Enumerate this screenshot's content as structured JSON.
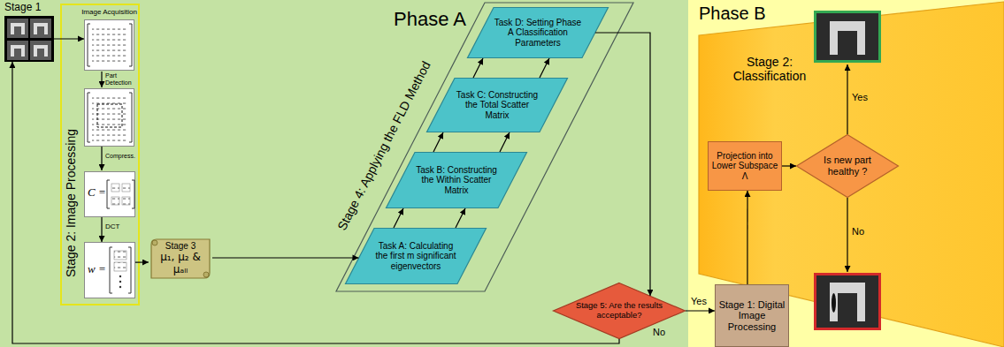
{
  "diagram": {
    "nodes": [
      {
        "text": [
          "Phase A"
        ]
      },
      {
        "text": [
          "Stage 1"
        ],
        "in": 0
      },
      {
        "text": [
          "Stage 2: Image Processing"
        ],
        "in": 0
      },
      {
        "text": [
          "Image Acquisition"
        ],
        "in": 2
      },
      {
        "text": [
          "C ="
        ],
        "in": 2
      },
      {
        "text": [
          "w ="
        ],
        "in": 2
      },
      {
        "text": [
          "Stage 3",
          "μ₁, μ₂ & μₐₗₗ"
        ],
        "in": 0
      },
      {
        "text": [
          "Stage 4: Applying the FLD Method"
        ],
        "in": 0
      },
      {
        "text": [
          "Task A: Calculating the first m significant eigenvectors"
        ],
        "in": 7
      },
      {
        "text": [
          "Task B: Constructing the Within Scatter Matrix"
        ],
        "in": 7
      },
      {
        "text": [
          "Task C: Constructing the Total Scatter Matrix"
        ],
        "in": 7
      },
      {
        "text": [
          "Task D: Setting Phase A Classification Parameters"
        ],
        "in": 7
      },
      {
        "text": [
          "Stage 5: Are the results acceptable?"
        ],
        "in": 0
      },
      {
        "text": [
          "Phase B"
        ]
      },
      {
        "text": [
          "Stage 2: Classification"
        ],
        "in": 13
      },
      {
        "text": [
          "Projection into Lower Subspace Λ"
        ],
        "in": 14
      },
      {
        "text": [
          "Is new part healthy ?"
        ],
        "in": 14
      },
      {
        "text": [
          "Stage 1: Digital Image Processing"
        ],
        "in": 13
      }
    ],
    "edges": [
      {
        "from": 1,
        "to": 3,
        "arrow": "to"
      },
      {
        "from": 4,
        "to": 5,
        "label": "DCT",
        "arrow": "to"
      },
      {
        "from": 5,
        "to": 6,
        "arrow": "to"
      },
      {
        "from": 6,
        "to": 8,
        "arrow": "to"
      },
      {
        "from": 8,
        "to": 9,
        "arrow": "to"
      },
      {
        "from": 8,
        "to": 9,
        "arrow": "to"
      },
      {
        "from": 9,
        "to": 10,
        "arrow": "to"
      },
      {
        "from": 9,
        "to": 10,
        "arrow": "to"
      },
      {
        "from": 10,
        "to": 11,
        "arrow": "to"
      },
      {
        "from": 10,
        "to": 11,
        "arrow": "to"
      },
      {
        "from": 11,
        "to": 12,
        "arrow": "to"
      },
      {
        "from": 12,
        "to": 17,
        "label": "Yes",
        "arrow": "to"
      },
      {
        "from": 12,
        "to": 1,
        "label": "No",
        "arrow": "to"
      },
      {
        "from": 17,
        "to": 15,
        "arrow": "to"
      },
      {
        "from": 15,
        "to": 16,
        "arrow": "to"
      }
    ],
    "labels": [
      "Part Detection",
      "Compress.",
      "Yes",
      "No"
    ]
  }
}
